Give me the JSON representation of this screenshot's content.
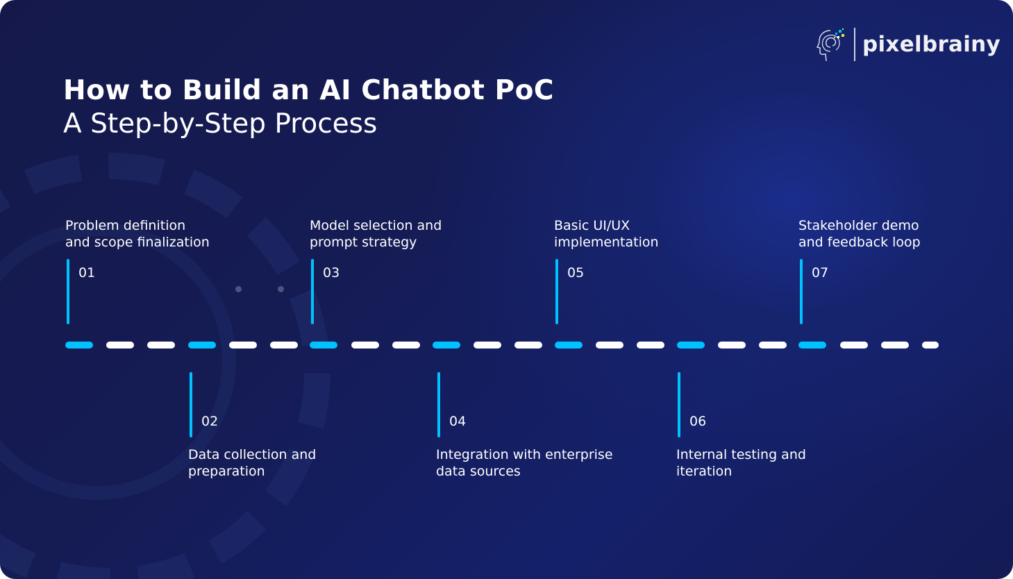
{
  "header": {
    "title": "How to Build an AI Chatbot PoC",
    "subtitle": "A Step-by-Step Process"
  },
  "logo": {
    "text": "pixelbrainy",
    "icon": "brain-head-icon"
  },
  "colors": {
    "accent": "#00c2ff",
    "background": "#151c55",
    "text": "#ffffff"
  },
  "steps": [
    {
      "number": "01",
      "label": "Problem definition\nand scope finalization",
      "position": "above"
    },
    {
      "number": "02",
      "label": "Data collection and\npreparation",
      "position": "below"
    },
    {
      "number": "03",
      "label": "Model selection and\nprompt strategy",
      "position": "above"
    },
    {
      "number": "04",
      "label": " Integration with enterprise\ndata sources",
      "position": "below"
    },
    {
      "number": "05",
      "label": "Basic UI/UX\nimplementation",
      "position": "above"
    },
    {
      "number": "06",
      "label": "Internal testing and\niteration",
      "position": "below"
    },
    {
      "number": "07",
      "label": "Stakeholder demo\nand feedback loop",
      "position": "above"
    }
  ]
}
